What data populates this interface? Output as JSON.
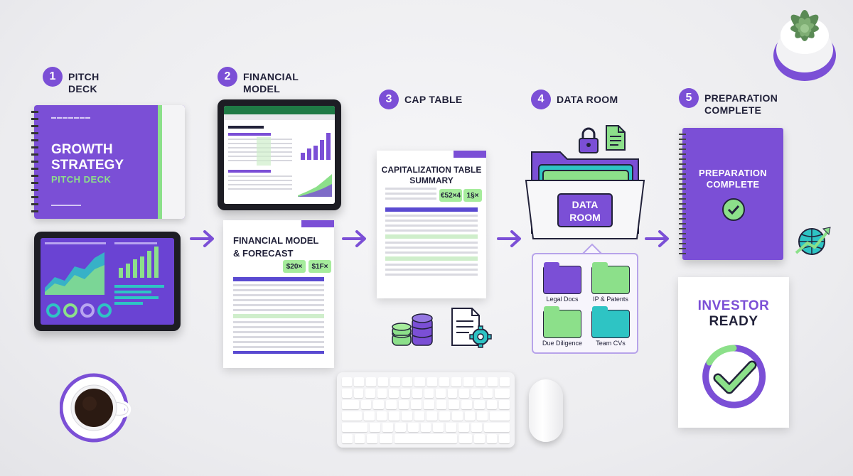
{
  "steps": [
    {
      "number": "1",
      "line1": "PITCH",
      "line2": "DECK"
    },
    {
      "number": "2",
      "line1": "FINANCIAL",
      "line2": "MODEL"
    },
    {
      "number": "3",
      "line1": "CAP TABLE",
      "line2": ""
    },
    {
      "number": "4",
      "line1": "DATA ROOM",
      "line2": ""
    },
    {
      "number": "5",
      "line1": "PREPARATION",
      "line2": "COMPLETE"
    }
  ],
  "pitch_deck": {
    "title_line1": "GROWTH",
    "title_line2": "STRATEGY",
    "subtitle": "PITCH DECK"
  },
  "financial_doc": {
    "title_line1": "FINANCIAL MODEL",
    "title_line2": "& FORECAST",
    "kpi1": "$20×",
    "kpi2": "$1F×"
  },
  "cap_table": {
    "title_line1": "CAPITALIZATION TABLE",
    "title_line2": "SUMMARY",
    "kpi1": "€52×4",
    "kpi2": "1§×"
  },
  "data_room": {
    "folder_label_line1": "DATA",
    "folder_label_line2": "ROOM",
    "folders": [
      {
        "label": "Legal Docs",
        "color": "#7b4fd6"
      },
      {
        "label": "IP & Patents",
        "color": "#8ce08a"
      },
      {
        "label": "Due Diligence",
        "color": "#8ce08a"
      },
      {
        "label": "Team CVs",
        "color": "#2ec4c4"
      }
    ]
  },
  "completion": {
    "notebook_line1": "PREPARATION",
    "notebook_line2": "COMPLETE",
    "investor_line1": "INVESTOR",
    "investor_line2": "READY"
  },
  "colors": {
    "accent": "#7b4fd6",
    "green": "#8ce08a",
    "teal": "#2ec4c4",
    "dark": "#22223a"
  },
  "icons": [
    "lock-icon",
    "document-icon",
    "coins-icon",
    "document-gear-icon",
    "growth-globe-icon",
    "check-circle-icon",
    "succulent-plant",
    "coffee-cup"
  ]
}
